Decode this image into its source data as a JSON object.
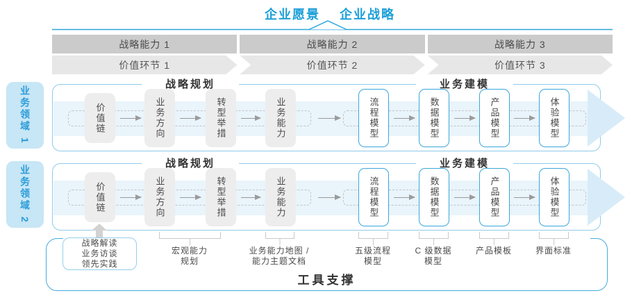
{
  "header": {
    "vision_label": "企业愿景",
    "strategy_label": "企业战略",
    "capability_bars": [
      "战略能力 1",
      "战略能力 2",
      "战略能力 3"
    ],
    "value_chevrons": [
      "价值环节 1",
      "价值环节 2",
      "价值环节 3"
    ]
  },
  "domains": [
    "业务领域 1",
    "业务领域 2"
  ],
  "sections": {
    "planning": "战略规划",
    "modeling": "业务建模"
  },
  "plan_boxes": [
    "价值链",
    "业务方向",
    "转型举措",
    "业务能力"
  ],
  "model_boxes": [
    "流程模型",
    "数据模型",
    "产品模型",
    "体验模型"
  ],
  "practice_box": {
    "lines": [
      "战略解读",
      "业务访谈",
      "领先实践"
    ]
  },
  "deliverables": [
    {
      "line1": "宏观能力",
      "line2": "规划"
    },
    {
      "line1": "业务能力地图 /",
      "line2": "能力主题文档"
    },
    {
      "line1": "五级流程",
      "line2": "模型"
    },
    {
      "line1": "C 级数据",
      "line2": "模型"
    },
    {
      "line1": "产品模板",
      "line2": ""
    },
    {
      "line1": "界面标准",
      "line2": ""
    }
  ],
  "footer": {
    "title": "工具支撑"
  },
  "colors": {
    "accent_blue": "#1b9fd8",
    "border_blue": "#3aa7da",
    "band_blue": "#e9f4fb",
    "arrowhead_blue": "#d7ecf8",
    "domain_bg": "#c7e6f6",
    "bar_gray": "#cbcbcb",
    "chevron_gray": "#e7e7e7",
    "box_gray": "#ededed",
    "text_dark": "#4a4a4a"
  }
}
